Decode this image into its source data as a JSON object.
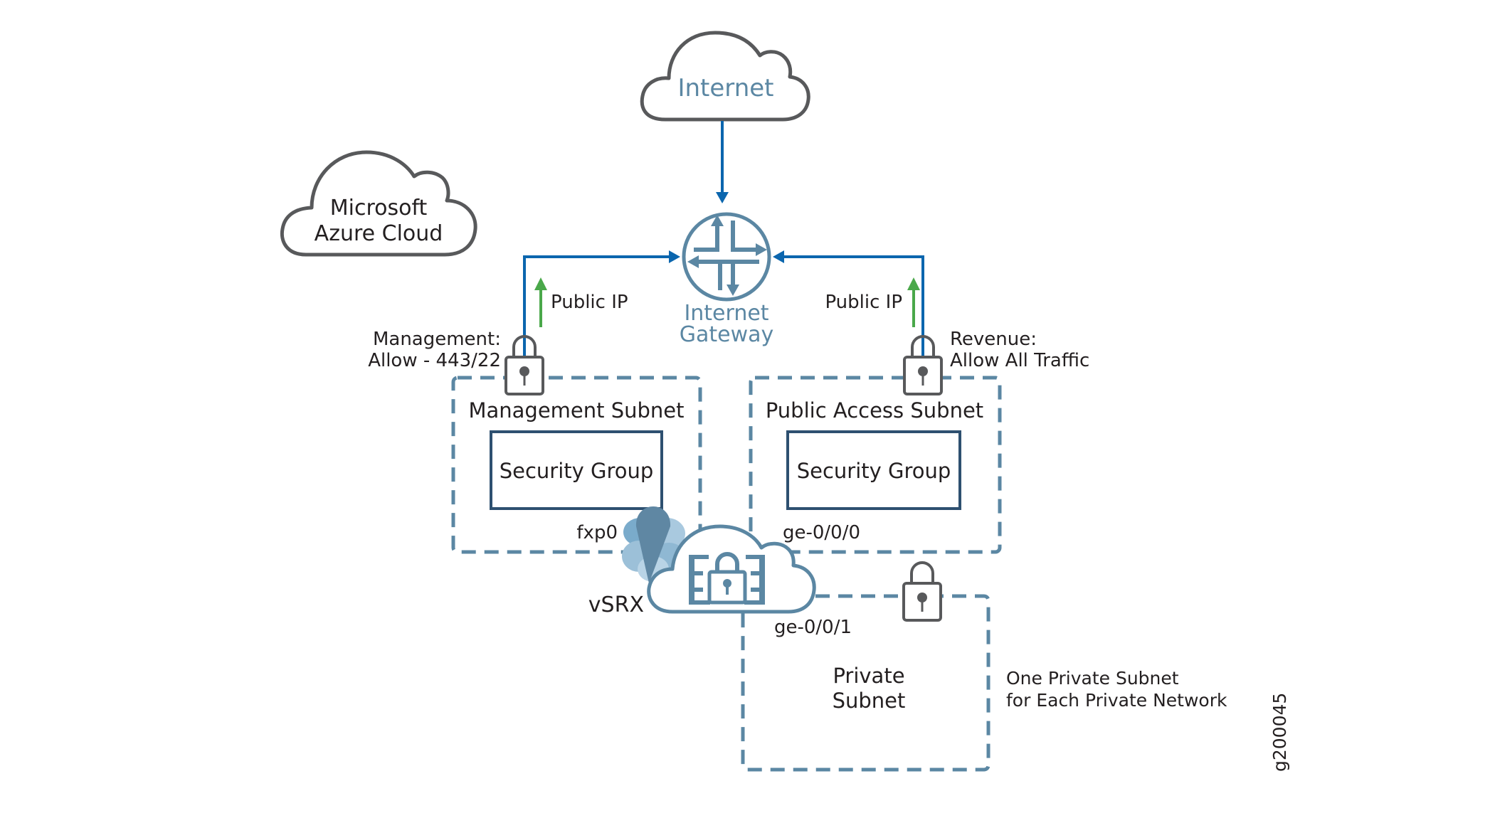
{
  "diagram": {
    "title": "vSRX on Microsoft Azure Cloud network topology",
    "internet": {
      "label": "Internet"
    },
    "azure": {
      "line1": "Microsoft",
      "line2": "Azure Cloud"
    },
    "gateway": {
      "line1": "Internet",
      "line2": "Gateway"
    },
    "public_ip_left": {
      "label": "Public IP"
    },
    "public_ip_right": {
      "label": "Public IP"
    },
    "management_rule": {
      "line1": "Management:",
      "line2": "Allow - 443/22"
    },
    "revenue_rule": {
      "line1": "Revenue:",
      "line2": "Allow All Traffic"
    },
    "management_subnet": {
      "label": "Management Subnet",
      "security_group": "Security Group",
      "interface": "fxp0"
    },
    "public_subnet": {
      "label": "Public Access Subnet",
      "security_group": "Security Group",
      "interface": "ge-0/0/0"
    },
    "private_subnet": {
      "line1": "Private",
      "line2": "Subnet",
      "interface": "ge-0/0/1"
    },
    "vsrx": {
      "label": "vSRX"
    },
    "private_note": {
      "line1": "One Private Subnet",
      "line2": "for Each Private Network"
    },
    "figure_id": "g200045",
    "colors": {
      "flow_blue": "#0b66ae",
      "steel_blue": "#5b87a3",
      "public_ip_green": "#4aa84a",
      "outline_gray": "#58595b",
      "security_group_border": "#2e5070"
    }
  }
}
